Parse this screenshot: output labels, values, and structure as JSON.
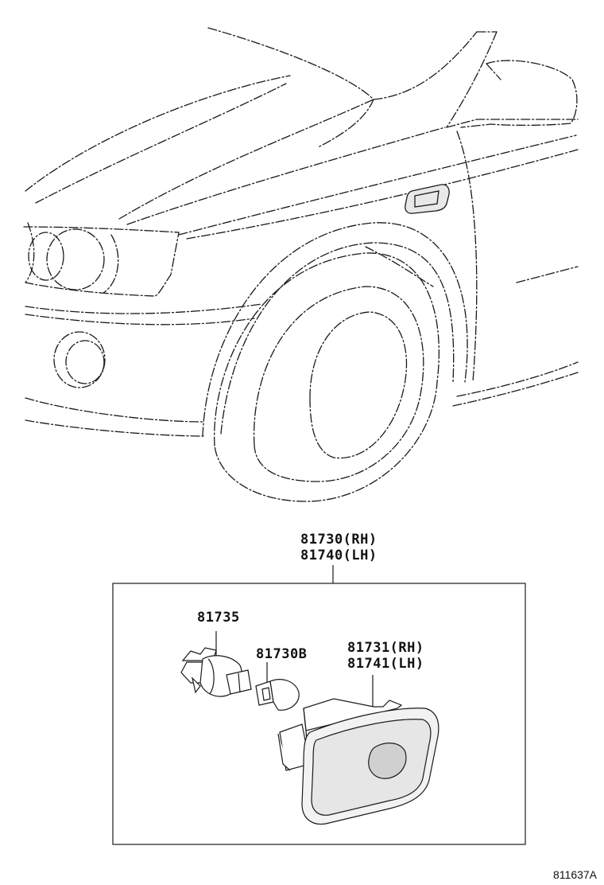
{
  "labels": {
    "assembly_rh": "81730(RH)",
    "assembly_lh": "81740(LH)",
    "socket": "81735",
    "bulb": "81730B",
    "lens_rh": "81731(RH)",
    "lens_lh": "81741(LH)"
  },
  "reference": "811637A",
  "colors": {
    "line": "#1a1a1a",
    "background": "#ffffff"
  }
}
